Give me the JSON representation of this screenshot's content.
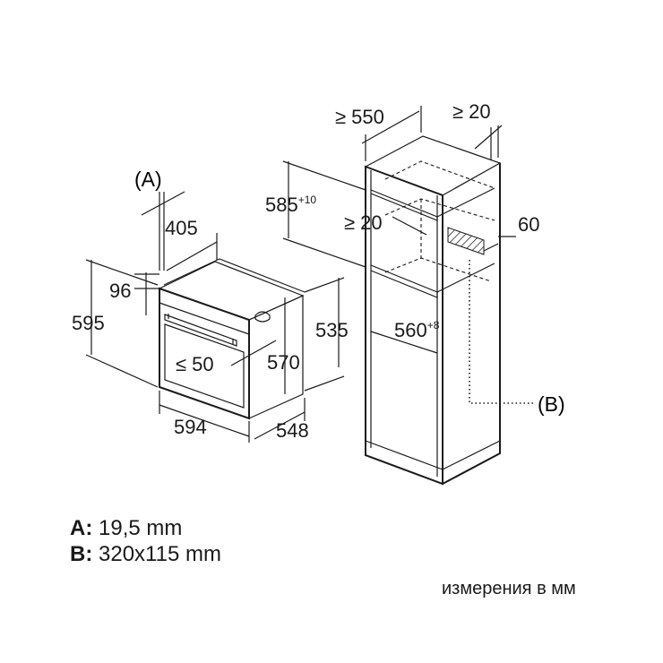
{
  "dimensions": {
    "oven_depth_a": "405",
    "oven_offset": "96",
    "oven_height": "595",
    "oven_width": "594",
    "oven_body_depth": "548",
    "niche_opening": "535",
    "niche_depth": "570",
    "cable_gap": "≤ 50",
    "cabinet_depth": "≥ 550",
    "rear_gap": "≥ 20",
    "niche_height_main": "585",
    "niche_height_tol": "+10",
    "shelf_gap": "≥ 20",
    "vent_depth": "60",
    "niche_width_main": "560",
    "niche_width_tol": "+8"
  },
  "labels": {
    "callout_a": "(A)",
    "callout_b": "(B)"
  },
  "legend": {
    "a_key": "A:",
    "a_value": "19,5 mm",
    "b_key": "B:",
    "b_value": "320x115 mm"
  },
  "units_note": "измерения в мм"
}
